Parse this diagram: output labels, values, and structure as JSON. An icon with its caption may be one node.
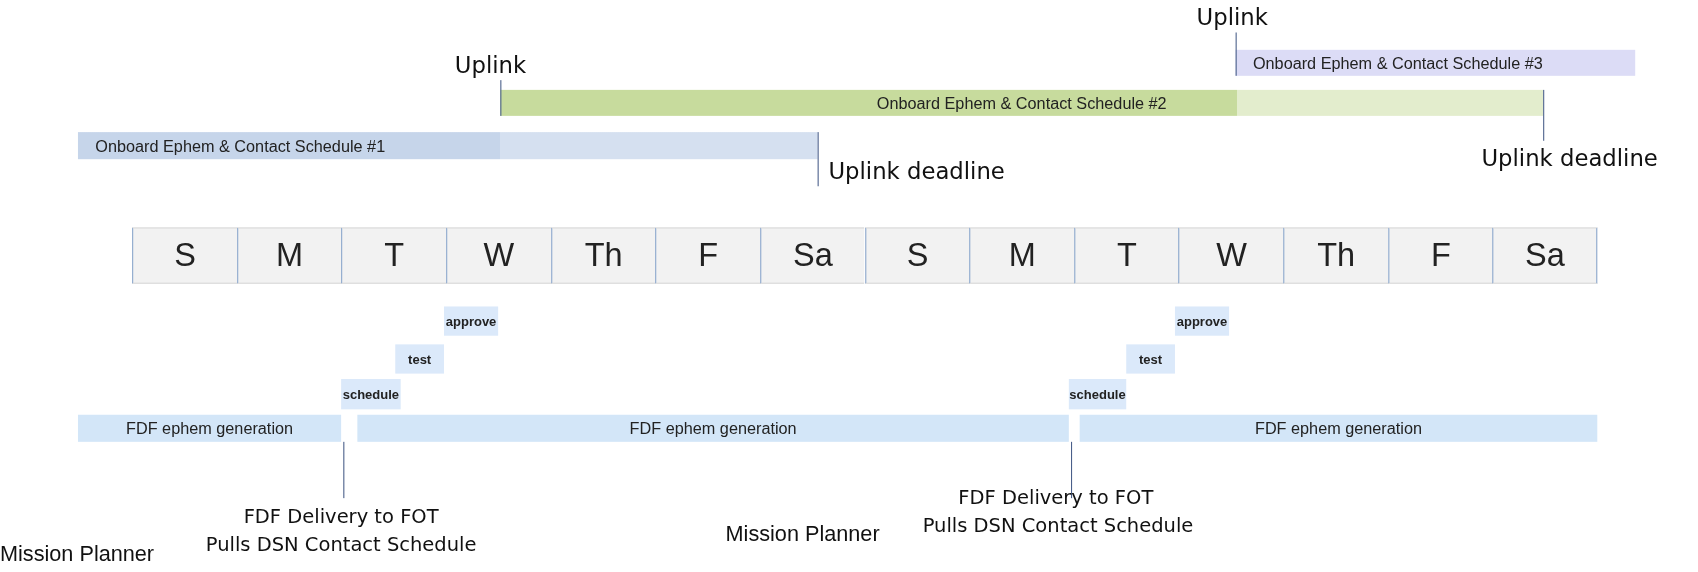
{
  "diagram": {
    "nodes": [
      {
        "text": [
          "Onboard Ephem & Contact Schedule #3"
        ],
        "beside": [
          "Uplink"
        ]
      },
      {
        "text": [
          "Onboard Ephem & Contact Schedule #2"
        ],
        "beside": [
          "Uplink",
          "Uplink deadline"
        ]
      },
      {
        "text": [
          "Onboard Ephem & Contact Schedule #1"
        ],
        "beside": [
          "Uplink deadline"
        ]
      },
      {
        "text": [
          "S"
        ]
      },
      {
        "text": [
          "M"
        ]
      },
      {
        "text": [
          "T"
        ]
      },
      {
        "text": [
          "W"
        ]
      },
      {
        "text": [
          "Th"
        ]
      },
      {
        "text": [
          "F"
        ]
      },
      {
        "text": [
          "Sa"
        ]
      },
      {
        "text": [
          "S"
        ]
      },
      {
        "text": [
          "M"
        ]
      },
      {
        "text": [
          "T"
        ]
      },
      {
        "text": [
          "W"
        ]
      },
      {
        "text": [
          "Th"
        ]
      },
      {
        "text": [
          "F"
        ]
      },
      {
        "text": [
          "Sa"
        ]
      },
      {
        "text": [
          "approve"
        ]
      },
      {
        "text": [
          "approve"
        ]
      },
      {
        "text": [
          "test"
        ]
      },
      {
        "text": [
          "test"
        ]
      },
      {
        "text": [
          "schedule"
        ]
      },
      {
        "text": [
          "schedule"
        ]
      },
      {
        "text": [
          "FDF ephem generation"
        ],
        "beside": [
          "FDF Delivery to FOT"
        ]
      },
      {
        "text": [
          "FDF ephem generation"
        ],
        "beside": [
          "FDF Delivery to FOT"
        ]
      },
      {
        "text": [
          "FDF ephem generation"
        ]
      }
    ],
    "edges": [],
    "labels": [
      "Mission Planner",
      "Pulls DSN Contact Schedule",
      "Mission Planner",
      "Pulls DSN Contact Schedule"
    ]
  }
}
